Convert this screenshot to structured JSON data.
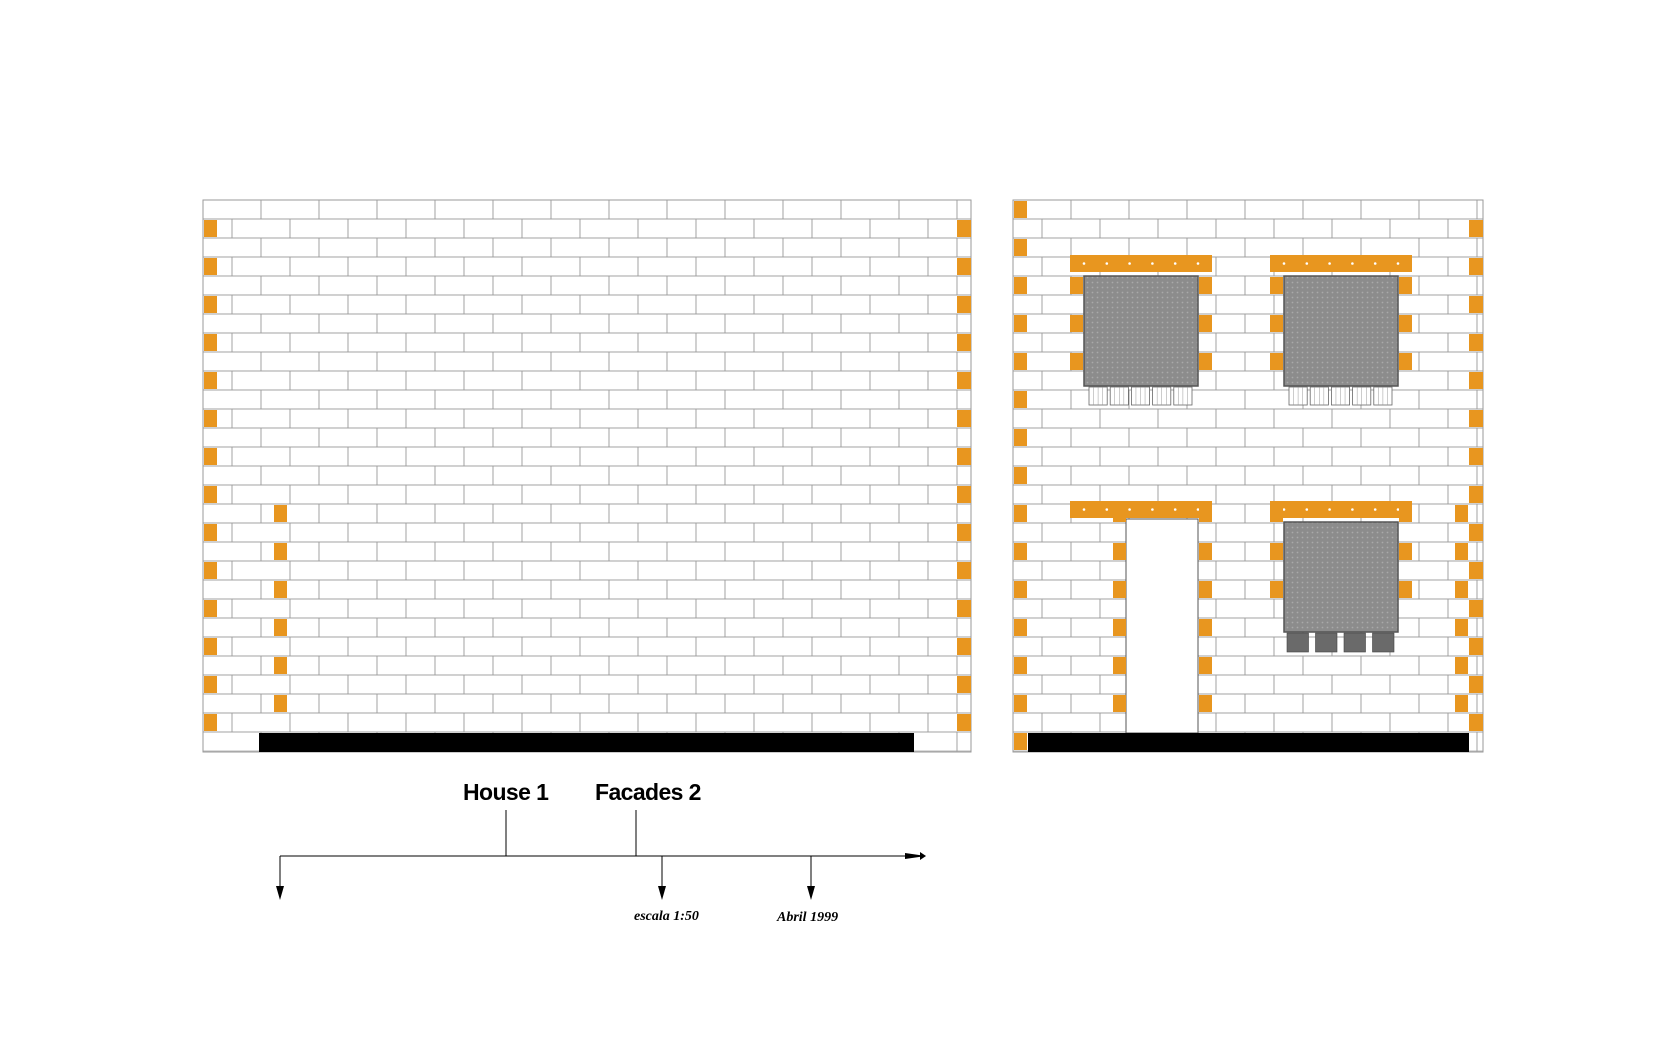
{
  "labels": {
    "house": "House 1",
    "facades": "Facades 2",
    "scale": "escala 1:50",
    "date": "Abril 1999"
  },
  "colors": {
    "background": "#ffffff",
    "brick_fill": "#ffffff",
    "mortar_line": "#9a9a9a",
    "accent_brick": "#e8961f",
    "window_glass": "#8c8c8c",
    "grille": "#6a6a6a",
    "base_strip": "#000000",
    "ink": "#000000"
  },
  "facades": [
    {
      "name": "facade-blank",
      "openings": []
    },
    {
      "name": "facade-with-openings",
      "openings": [
        {
          "type": "window",
          "grille": "slatted"
        },
        {
          "type": "window",
          "grille": "slatted"
        },
        {
          "type": "door"
        },
        {
          "type": "window",
          "grille": "solid"
        }
      ]
    }
  ]
}
